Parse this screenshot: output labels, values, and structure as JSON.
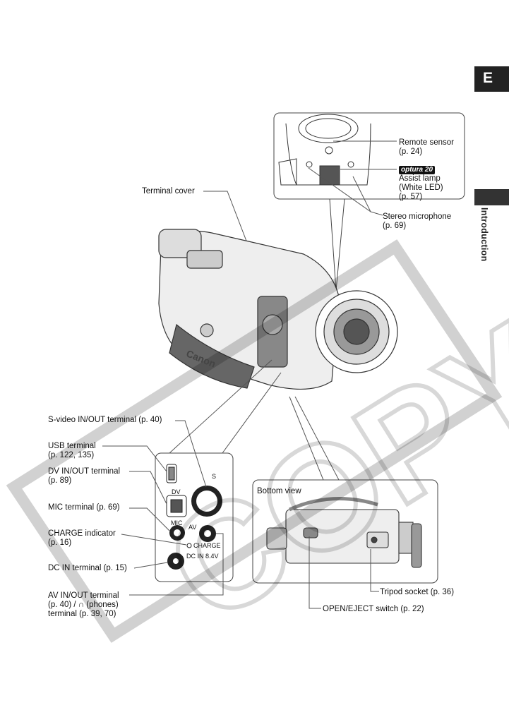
{
  "page": {
    "language_tab": "E",
    "section_tab": "Introduction"
  },
  "callouts": {
    "terminal_cover": "Terminal cover",
    "remote_sensor": [
      "Remote sensor",
      "(p. 24)"
    ],
    "assist_lamp_badge": "optura 20",
    "assist_lamp": [
      "Assist lamp",
      "(White LED)",
      "(p. 57)"
    ],
    "stereo_microphone": [
      "Stereo microphone",
      "(p. 69)"
    ],
    "svideo_terminal": "S-video IN/OUT terminal (p. 40)",
    "usb_terminal": [
      "USB terminal",
      "(p. 122, 135)"
    ],
    "dv_terminal": [
      "DV IN/OUT terminal",
      "(p. 89)"
    ],
    "mic_terminal": "MIC terminal (p. 69)",
    "charge_indicator": [
      "CHARGE indicator",
      "(p. 16)"
    ],
    "dc_in_terminal": "DC IN terminal (p. 15)",
    "av_terminal": [
      "AV IN/OUT terminal",
      "(p. 40) / ∩ (phones)",
      "terminal (p. 39, 70)"
    ],
    "bottom_view": "Bottom view",
    "tripod_socket": "Tripod socket (p. 36)",
    "open_eject_switch": "OPEN/EJECT switch (p. 22)"
  },
  "panel_labels": {
    "dv": "DV",
    "mic": "MIC",
    "av": "AV",
    "charge": "CHARGE",
    "dc_in": "DC IN 8.4V",
    "s_symbol": "S",
    "brand": "Canon"
  },
  "watermark": "COPY"
}
